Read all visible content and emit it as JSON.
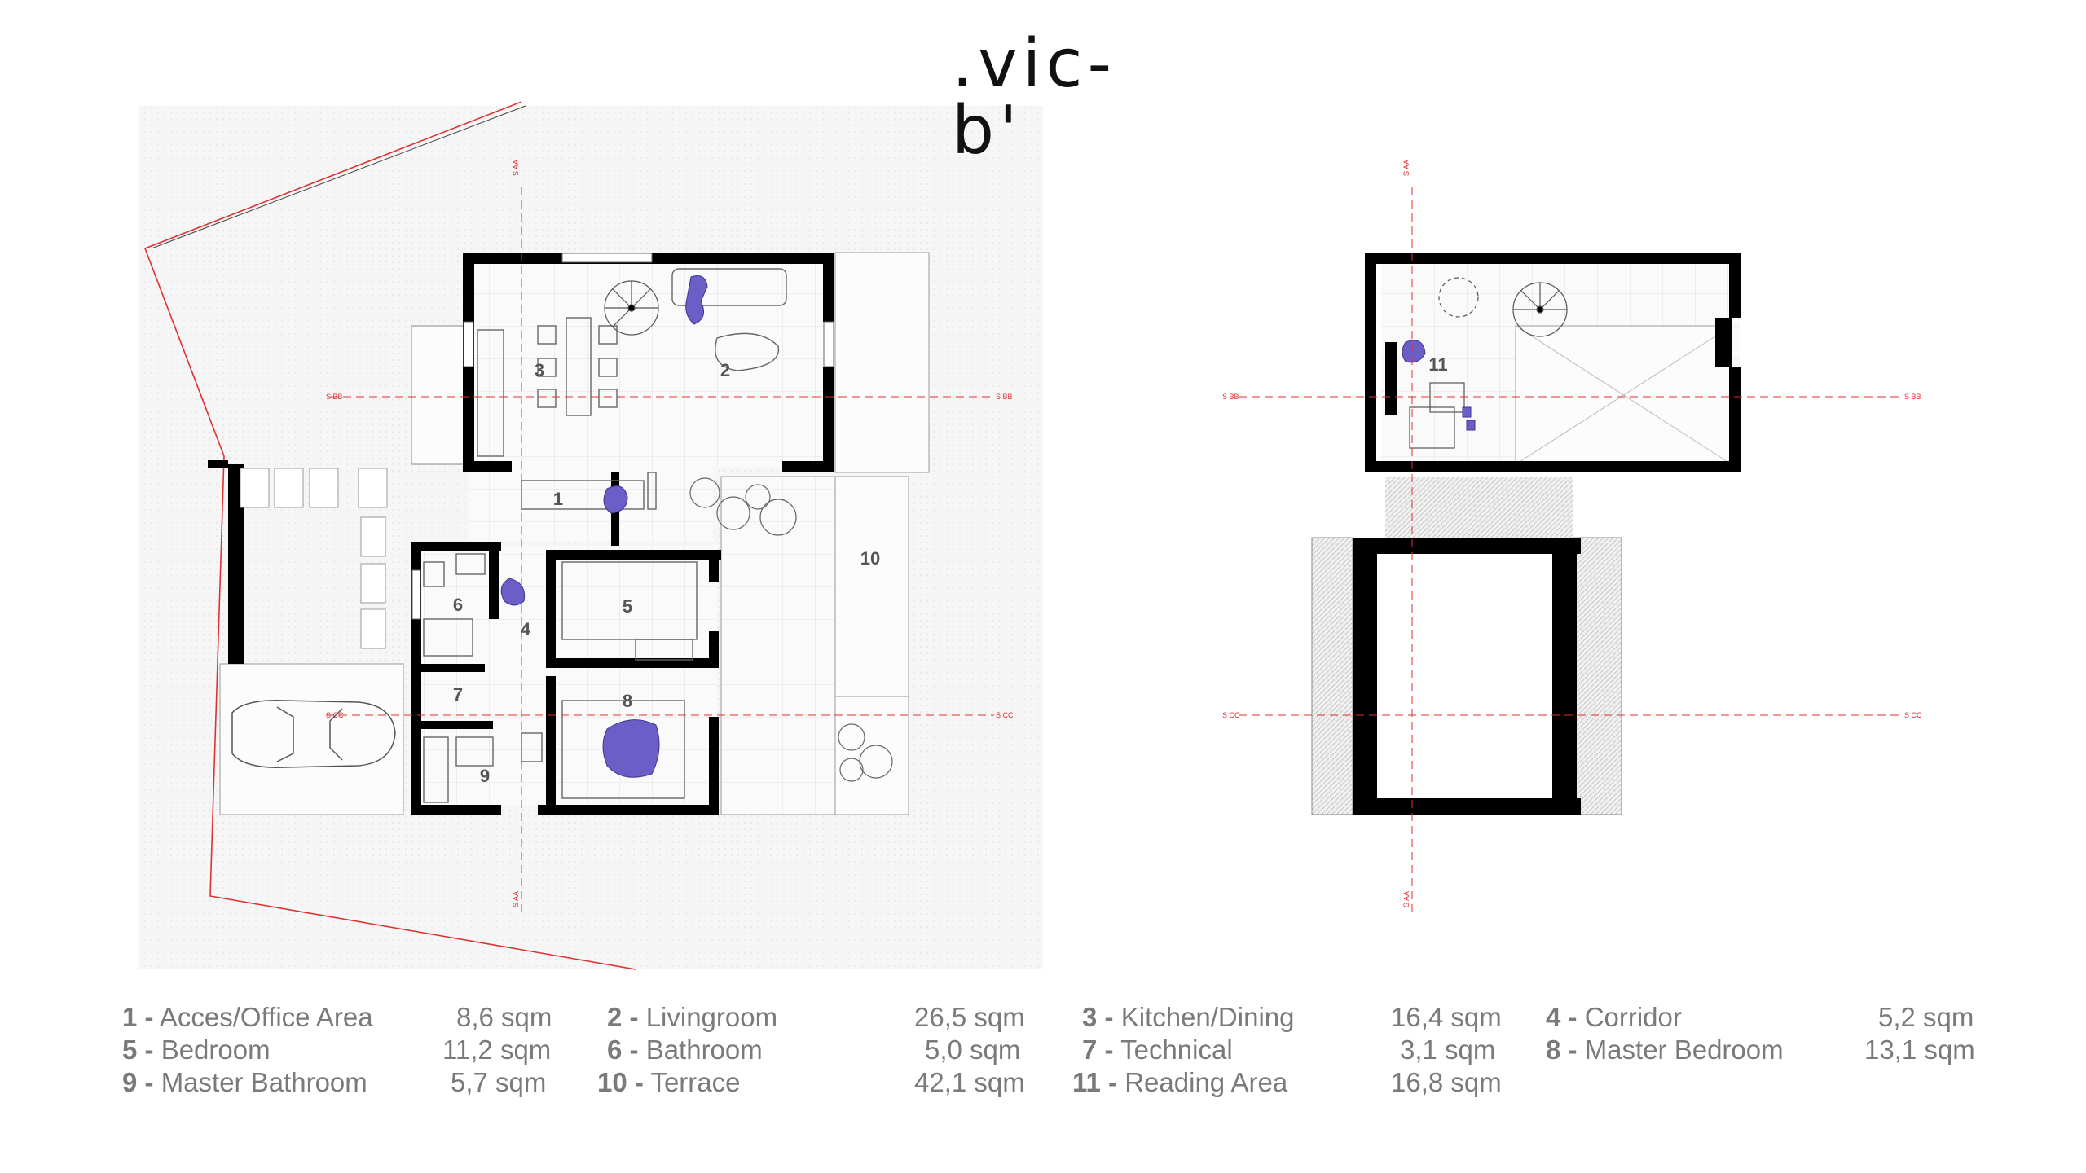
{
  "brand": {
    "logo": ".vic-b'"
  },
  "rooms": [
    {
      "num": "1",
      "label": "1 -",
      "name": "Acces/Office Area",
      "area": "8,6 sqm"
    },
    {
      "num": "2",
      "label": "2 -",
      "name": "Livingroom",
      "area": "26,5 sqm"
    },
    {
      "num": "3",
      "label": "3 -",
      "name": "Kitchen/Dining",
      "area": "16,4 sqm"
    },
    {
      "num": "4",
      "label": "4 -",
      "name": "Corridor",
      "area": "5,2 sqm"
    },
    {
      "num": "5",
      "label": "5 -",
      "name": "Bedroom",
      "area": "11,2 sqm"
    },
    {
      "num": "6",
      "label": "6 -",
      "name": "Bathroom",
      "area": "5,0 sqm"
    },
    {
      "num": "7",
      "label": "7 -",
      "name": "Technical",
      "area": "3,1 sqm"
    },
    {
      "num": "8",
      "label": "8 -",
      "name": "Master Bedroom",
      "area": "13,1 sqm"
    },
    {
      "num": "9",
      "label": "9 -",
      "name": "Master Bathroom",
      "area": "5,7 sqm"
    },
    {
      "num": "10",
      "label": "10 -",
      "name": "Terrace",
      "area": "42,1 sqm"
    },
    {
      "num": "11",
      "label": "11 -",
      "name": "Reading Area",
      "area": "16,8 sqm"
    }
  ],
  "section_marks": {
    "aa": "S AA",
    "bb": "S BB",
    "cc": "S CC"
  },
  "colors": {
    "wall": "#000000",
    "section_line": "#e03131",
    "furniture_accent": "#6b5fc7",
    "legend_text": "#7a7a7a"
  }
}
